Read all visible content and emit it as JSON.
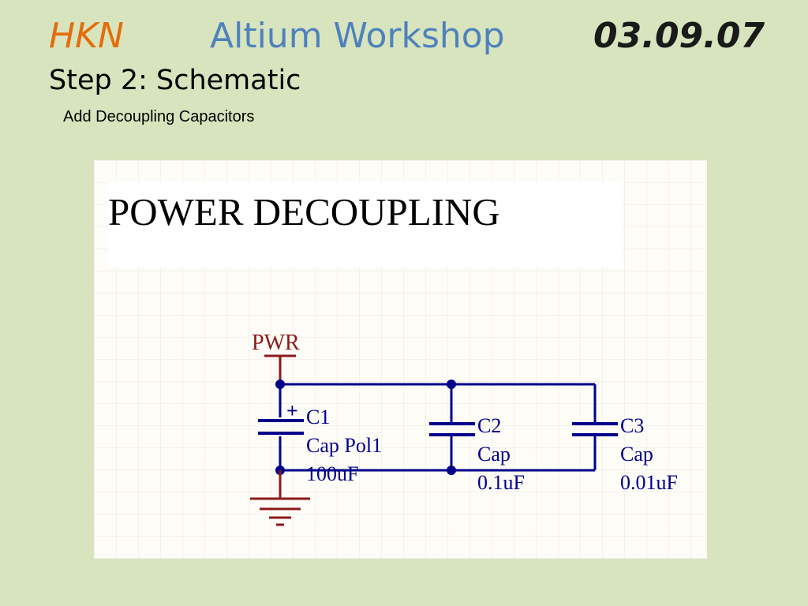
{
  "header": {
    "org": "HKN",
    "title": "Altium Workshop",
    "date": "03.09.07"
  },
  "slide": {
    "step": "Step 2: Schematic",
    "subtitle": "Add Decoupling Capacitors"
  },
  "schematic": {
    "banner": "POWER DECOUPLING",
    "power_net": "PWR",
    "polarity_mark": "+",
    "components": [
      {
        "ref": "C1",
        "type": "Cap Pol1",
        "value": "100uF"
      },
      {
        "ref": "C2",
        "type": "Cap",
        "value": "0.1uF"
      },
      {
        "ref": "C3",
        "type": "Cap",
        "value": "0.01uF"
      }
    ],
    "colors": {
      "wire": "#00008b",
      "power_symbol": "#8b1a1a",
      "grid": "#ece9e0",
      "background": "#fdfcf7"
    }
  }
}
